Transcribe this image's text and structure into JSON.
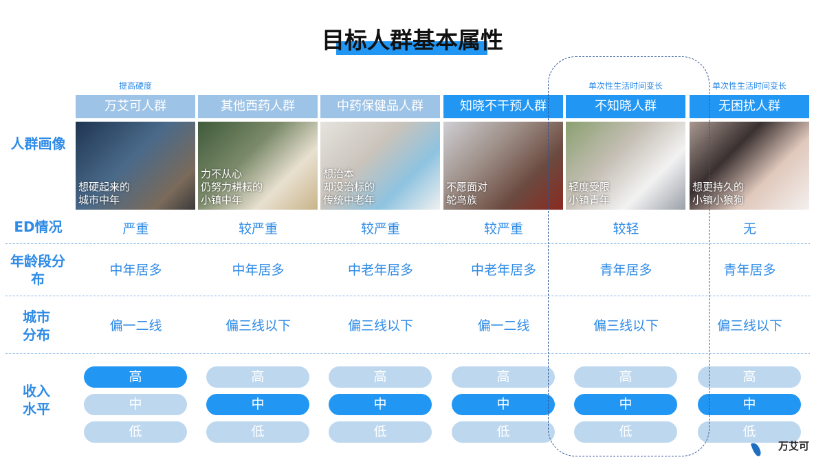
{
  "title": "目标人群基本属性",
  "row_labels": {
    "portrait": "人群画像",
    "ed": "ED情况",
    "age": "年龄段分布",
    "city": "城市分布",
    "income": "收入水平"
  },
  "income_levels": [
    "高",
    "中",
    "低"
  ],
  "colors": {
    "accent": "#2196f3",
    "light": "#9dc3e6",
    "pill_inactive": "#bdd7ee",
    "label": "#2e8be6"
  },
  "columns": [
    {
      "note": "提高硬度",
      "name": "万艾可人群",
      "caption": "想硬起来的\n城市中年",
      "ed": "严重",
      "age": "中年居多",
      "city": "偏一二线",
      "income": "高"
    },
    {
      "note": "",
      "name": "其他西药人群",
      "caption": "力不从心\n仍努力耕耘的\n小镇中年",
      "ed": "较严重",
      "age": "中年居多",
      "city": "偏三线以下",
      "income": "中"
    },
    {
      "note": "",
      "name": "中药保健品人群",
      "caption": "想治本\n却没治标的\n传统中老年",
      "ed": "较严重",
      "age": "中老年居多",
      "city": "偏三线以下",
      "income": "中"
    },
    {
      "note": "",
      "name": "知晓不干预人群",
      "caption": "不愿面对\n鸵鸟族",
      "ed": "较严重",
      "age": "中老年居多",
      "city": "偏一二线",
      "income": "中"
    },
    {
      "note": "单次性生活时间变长",
      "name": "不知晓人群",
      "caption": "轻度受限\n小镇青年",
      "ed": "较轻",
      "age": "青年居多",
      "city": "偏三线以下",
      "income": "中"
    },
    {
      "note": "单次性生活时间变长",
      "name": "无困扰人群",
      "caption": "想更持久的\n小镇小狼狗",
      "ed": "无",
      "age": "青年居多",
      "city": "偏三线以下",
      "income": "中"
    }
  ],
  "logo": "万艾可"
}
